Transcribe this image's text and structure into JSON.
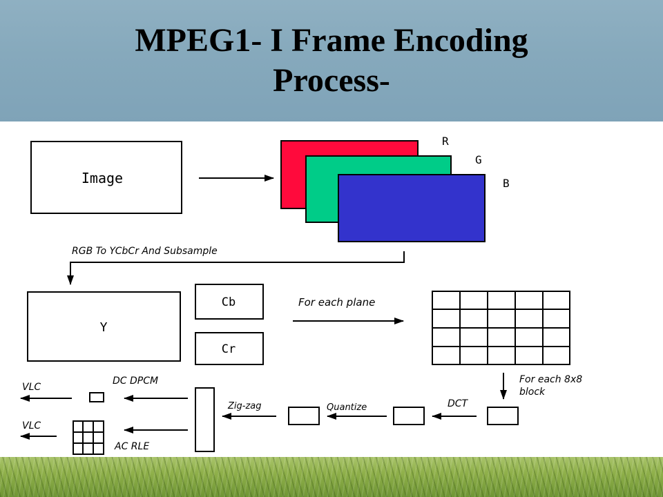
{
  "title": {
    "line1": "MPEG1- I Frame  Encoding",
    "line2": "Process-"
  },
  "diagram": {
    "image_label": "Image",
    "channel_r": "R",
    "channel_g": "G",
    "channel_b": "B",
    "convert_label": "RGB To YCbCr And  Subsample",
    "y_label": "Y",
    "cb_label": "Cb",
    "cr_label": "Cr",
    "per_plane_label": "For each plane",
    "per_block_line1": "For each 8x8",
    "per_block_line2": "block",
    "dct_label": "DCT",
    "quantize_label": "Quantize",
    "zigzag_label": "Zig-zag",
    "dc_label": "DC  DPCM",
    "ac_label": "AC  RLE",
    "vlc_top": "VLC",
    "vlc_bottom": "VLC",
    "colors": {
      "red": "#ff0a3c",
      "green": "#00cc88",
      "blue": "#3333cc"
    }
  }
}
